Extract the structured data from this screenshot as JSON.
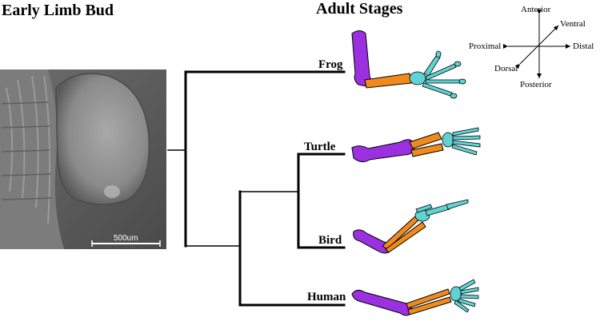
{
  "titles": {
    "left": "Early Limb Bud",
    "right": "Adult Stages"
  },
  "micrograph": {
    "scale_label": "500um"
  },
  "taxa": [
    {
      "name": "Frog"
    },
    {
      "name": "Turtle"
    },
    {
      "name": "Bird"
    },
    {
      "name": "Human"
    }
  ],
  "compass": {
    "anterior": "Anterior",
    "posterior": "Posterior",
    "proximal": "Proximal",
    "distal": "Distal",
    "ventral": "Ventral",
    "dorsal": "Dorsal"
  },
  "colors": {
    "stylopod": "#9b30e0",
    "zeugopod": "#f08a1c",
    "autopod": "#5fd3d3"
  }
}
